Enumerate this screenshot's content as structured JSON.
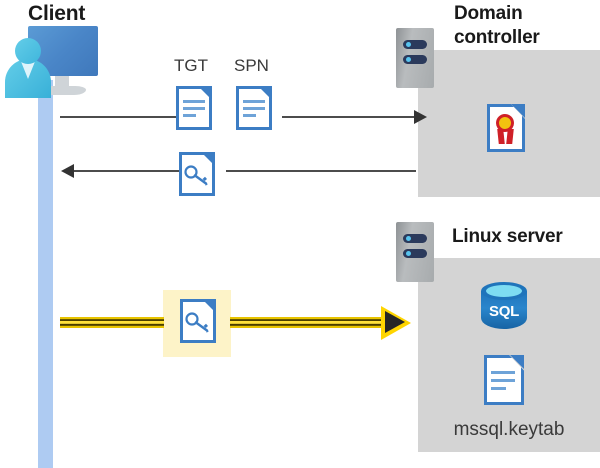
{
  "diagram": {
    "title_client": "Client",
    "title_domain_controller": "Domain\ncontroller",
    "title_domain_controller_line1": "Domain",
    "title_domain_controller_line2": "controller",
    "title_linux_server": "Linux server",
    "labels": {
      "tgt": "TGT",
      "spn": "SPN",
      "keytab_filename": "mssql.keytab",
      "sql": "SQL"
    },
    "icons": {
      "client": "user-computer-icon",
      "server_dc": "server-tower-icon",
      "server_linux": "server-tower-icon",
      "certificate": "certificate-document-icon",
      "database": "sql-database-icon",
      "keytab": "text-document-icon",
      "tgt_doc": "text-document-icon",
      "spn_doc": "text-document-icon",
      "key_doc_response": "key-document-icon",
      "key_doc_auth": "key-document-icon"
    },
    "flows": [
      {
        "name": "request-tgt-spn",
        "direction": "client-to-domain-controller",
        "style": "thin-gray-arrow",
        "payload": [
          "TGT",
          "SPN"
        ]
      },
      {
        "name": "ticket-response",
        "direction": "domain-controller-to-client",
        "style": "thin-gray-arrow",
        "payload": [
          "service-ticket"
        ]
      },
      {
        "name": "authenticate-to-linux",
        "direction": "client-to-linux-server",
        "style": "thick-yellow-arrow",
        "payload": [
          "service-ticket"
        ],
        "highlighted": true
      }
    ],
    "colors": {
      "panel_gray": "#d4d4d4",
      "lifeline_blue": "#aecbf2",
      "doc_border_blue": "#3c7dc4",
      "highlight_yellow": "#fdf3c8",
      "arrow_yellow": "#ffd500",
      "arrow_gray": "#4c4c4c",
      "sql_blue": "#1f74bb",
      "seal_gold": "#f2c310",
      "seal_red": "#cf2027"
    }
  }
}
